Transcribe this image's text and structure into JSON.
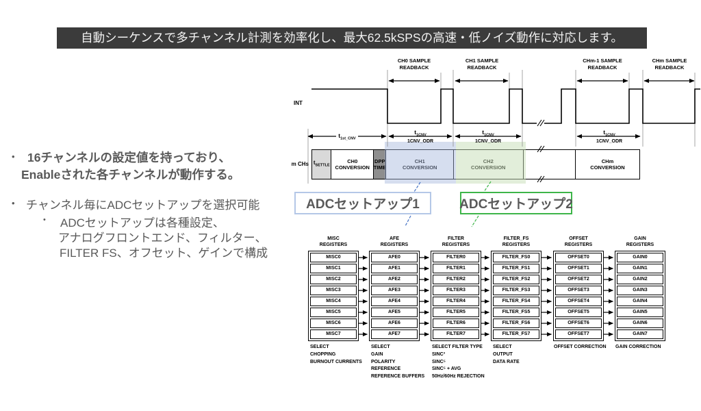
{
  "banner": {
    "text": "自動シーケンスで多チャンネル計測を効率化し、最大62.5kSPSの高速・低ノイズ動作に対応します。"
  },
  "bullets": {
    "marker": "•",
    "b1_line1": "16チャンネルの設定値を持っており、",
    "b1_line2": "Enableされた各チャンネルが動作する。",
    "b2": "チャンネル毎にADCセットアップを選択可能",
    "b2_sub_line1": "ADCセットアップは各種設定、",
    "b2_sub_line2": "アナログフロントエンド、フィルター、",
    "b2_sub_line3": "FILTER FS、オフセット、ゲインで構成"
  },
  "timing": {
    "int_label": "INT",
    "mchs_label": "m CHs",
    "readbacks": [
      {
        "l1": "CH0 SAMPLE",
        "l2": "READBACK"
      },
      {
        "l1": "CH1 SAMPLE",
        "l2": "READBACK"
      },
      {
        "l1": "CHm-1 SAMPLE",
        "l2": "READBACK"
      },
      {
        "l1": "CHm SAMPLE",
        "l2": "READBACK"
      }
    ],
    "t1st": {
      "base": "t",
      "sub": "1st_CNV"
    },
    "t1cnv": {
      "base": "t",
      "sub": "1CNV",
      "odr": "1CNV_ODR"
    },
    "row": {
      "settle_base": "t",
      "settle_sub": "SETTLE",
      "ch0": {
        "l1": "CH0",
        "l2": "CONVERSION"
      },
      "dpp": {
        "l1": "DPP",
        "l2": "TIME"
      },
      "ch1": {
        "l1": "CH1",
        "l2": "CONVERSION"
      },
      "ch2": {
        "l1": "CH2",
        "l2": "CONVERSION"
      },
      "chm": {
        "l1": "CHm",
        "l2": "CONVERSION"
      }
    }
  },
  "setups": {
    "setup1": "ADCセットアップ1",
    "setup2": "ADCセットアップ2"
  },
  "registers": {
    "columns": [
      {
        "header1": "MISC",
        "header2": "REGISTERS",
        "cells": [
          "MISC0",
          "MISC1",
          "MISC2",
          "MISC3",
          "MISC4",
          "MISC5",
          "MISC6",
          "MISC7"
        ],
        "footer": [
          "SELECT",
          "CHOPPING",
          "BURNOUT CURRENTS"
        ]
      },
      {
        "header1": "AFE",
        "header2": "REGISTERS",
        "cells": [
          "AFE0",
          "AFE1",
          "AFE2",
          "AFE3",
          "AFE4",
          "AFE5",
          "AFE6",
          "AFE7"
        ],
        "footer": [
          "SELECT",
          "GAIN",
          "POLARITY",
          "REFERENCE",
          "REFERENCE BUFFERS"
        ]
      },
      {
        "header1": "FILTER",
        "header2": "REGISTERS",
        "cells": [
          "FILTER0",
          "FILTER1",
          "FILTER2",
          "FILTER3",
          "FILTER4",
          "FILTER5",
          "FILTER6",
          "FILTER7"
        ],
        "footer": [
          "SELECT FILTER TYPE",
          "SINC³",
          "SINC⁵",
          "SINC⁵ + AVG",
          "50Hz/60Hz REJECTION"
        ]
      },
      {
        "header1": "FILTER_FS",
        "header2": "REGISTERS",
        "cells": [
          "FILTER_FS0",
          "FILTER_FS1",
          "FILTER_FS2",
          "FILTER_FS3",
          "FILTER_FS4",
          "FILTER_FS5",
          "FILTER_FS6",
          "FILTER_FS7"
        ],
        "footer": [
          "SELECT",
          "OUTPUT",
          "DATA RATE"
        ]
      },
      {
        "header1": "OFFSET",
        "header2": "REGISTERS",
        "cells": [
          "OFFSET0",
          "OFFSET1",
          "OFFSET2",
          "OFFSET3",
          "OFFSET4",
          "OFFSET5",
          "OFFSET6",
          "OFFSET7"
        ],
        "footer": [
          "OFFSET CORRECTION"
        ]
      },
      {
        "header1": "GAIN",
        "header2": "REGISTERS",
        "cells": [
          "GAIN0",
          "GAIN1",
          "GAIN2",
          "GAIN3",
          "GAIN4",
          "GAIN5",
          "GAIN6",
          "GAIN7"
        ],
        "footer": [
          "GAIN CORRECTION"
        ]
      }
    ]
  },
  "colors": {
    "banner_bg": "#3b3b3b",
    "banner_text": "#f2f2f2",
    "body_text": "#595959",
    "setup1_border": "#b4c7e7",
    "setup2_border": "#3db549",
    "ch1_overlay": "#aebfdf",
    "ch2_overlay": "#c5deb5",
    "settle_bg": "#d9d9d9",
    "dpp_bg": "#8e8e8e"
  }
}
